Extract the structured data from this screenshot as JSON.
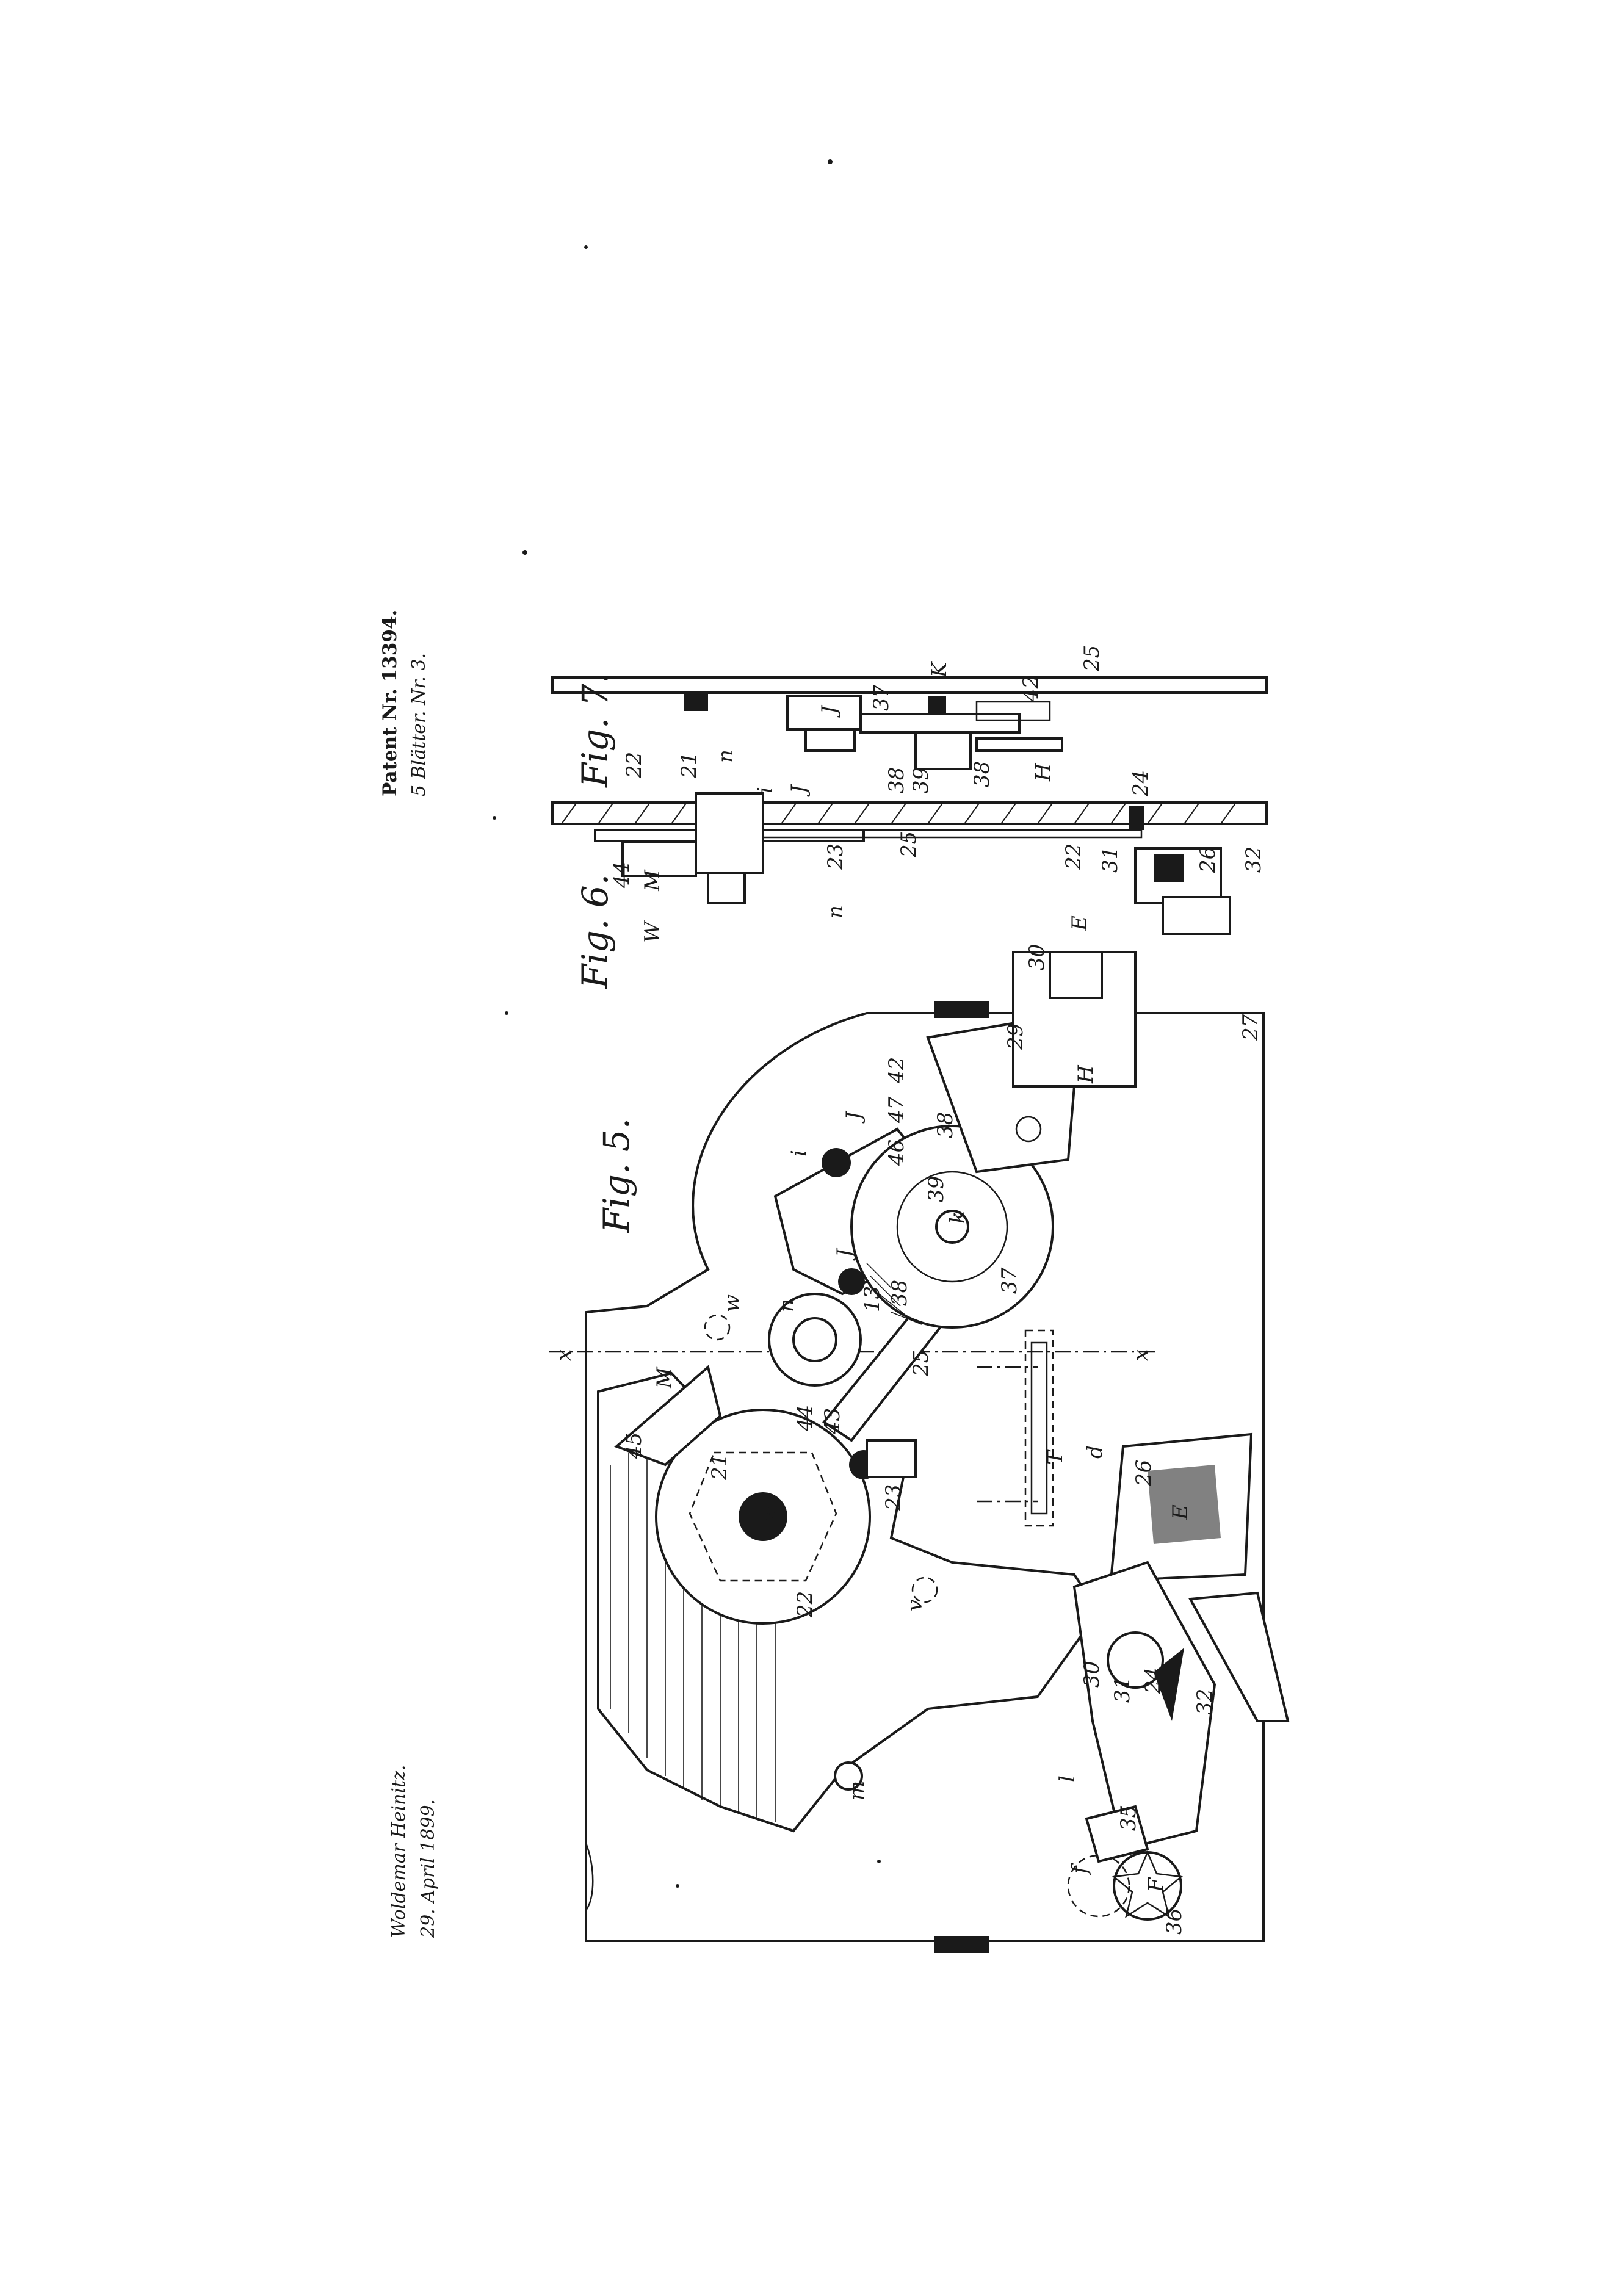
{
  "header": {
    "patent_number": "Patent Nr. 13394.",
    "sheet_info": "5 Blätter. Nr. 3.",
    "inventor": "Woldemar Heinitz.",
    "date": "29. April 1899."
  },
  "figures": {
    "fig5": "Fig. 5.",
    "fig6": "Fig. 6.",
    "fig7": "Fig. 7."
  },
  "labels": {
    "fig5": [
      "x",
      "x",
      "w",
      "n",
      "M",
      "M",
      "45",
      "21",
      "44",
      "43",
      "13",
      "25",
      "38",
      "J",
      "J",
      "i",
      "46",
      "47",
      "42",
      "H",
      "39",
      "k",
      "38",
      "37",
      "T",
      "d",
      "26",
      "E",
      "23",
      "v",
      "22",
      "30",
      "24",
      "31",
      "32",
      "m",
      "l",
      "f",
      "35",
      "F",
      "36"
    ],
    "fig6": [
      "22",
      "21",
      "44",
      "M",
      "W",
      "n",
      "23",
      "25",
      "24",
      "22",
      "31",
      "26",
      "32",
      "30",
      "E",
      "29",
      "27"
    ],
    "fig7": [
      "J",
      "37",
      "K",
      "25",
      "n",
      "42",
      "i",
      "J",
      "38",
      "39",
      "38",
      "H"
    ]
  },
  "colors": {
    "ink": "#1a1a1a",
    "paper": "#ffffff"
  }
}
